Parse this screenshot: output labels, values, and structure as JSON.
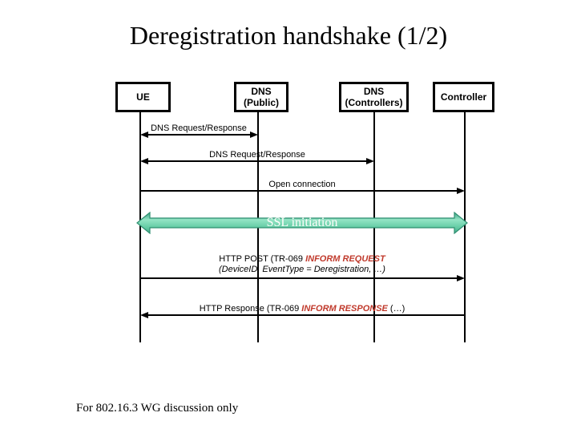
{
  "title": "Deregistration handshake (1/2)",
  "footer": "For 802.16.3 WG discussion only",
  "actors": [
    {
      "line1": "UE",
      "line2": ""
    },
    {
      "line1": "DNS",
      "line2": "(Public)"
    },
    {
      "line1": "DNS",
      "line2": "(Controllers)"
    },
    {
      "line1": "Controller",
      "line2": ""
    }
  ],
  "messages": {
    "dns1": "DNS Request/Response",
    "dns2": "DNS Request/Response",
    "open": "Open connection",
    "ssl": "SSL initiation",
    "post_line1_black": "HTTP POST (TR-069 ",
    "post_line1_red": "INFORM REQUEST",
    "post_line2": "(DeviceID, EventType = Deregistration, …)",
    "resp_black1": "HTTP Response (TR-069 ",
    "resp_red": "INFORM RESPONSE",
    "resp_black2": " (…)"
  },
  "colors": {
    "text_red": "#c0392b",
    "ssl_fill_dark": "#3da284",
    "ssl_fill_light": "#93e4c4",
    "ssl_fill_mid": "#66cda6",
    "ssl_stroke": "#2f8f71",
    "line_black": "#000000"
  }
}
